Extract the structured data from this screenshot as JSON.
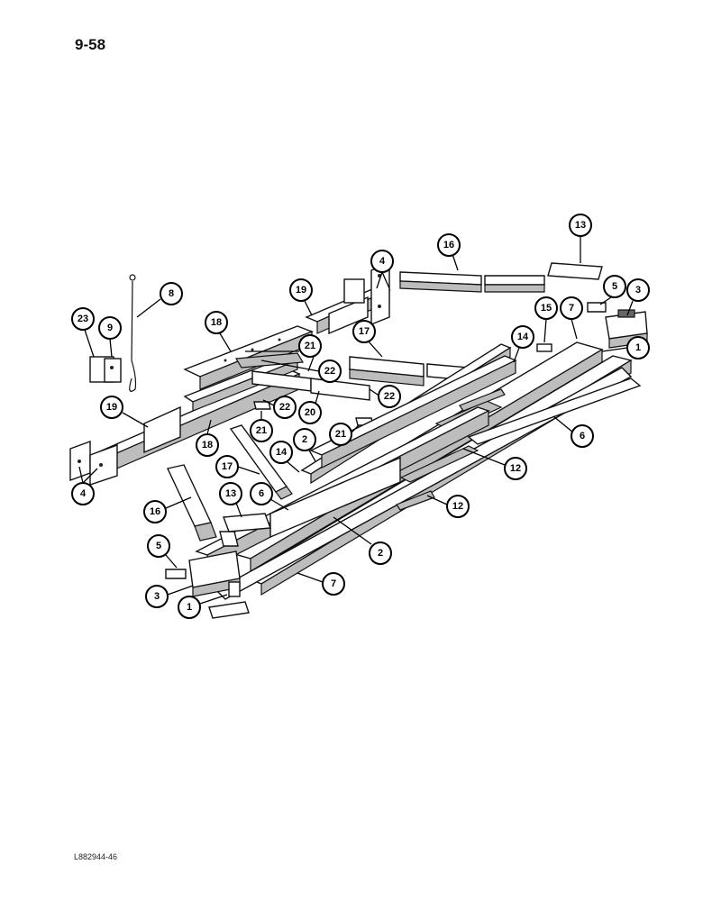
{
  "page": {
    "number": "9-58",
    "footer_code": "L882944-46"
  },
  "callouts": [
    {
      "id": "c13a",
      "label": "13"
    },
    {
      "id": "c16a",
      "label": "16"
    },
    {
      "id": "c4a",
      "label": "4"
    },
    {
      "id": "c5a",
      "label": "5"
    },
    {
      "id": "c3a",
      "label": "3"
    },
    {
      "id": "c8",
      "label": "8"
    },
    {
      "id": "c19a",
      "label": "19"
    },
    {
      "id": "c15",
      "label": "15"
    },
    {
      "id": "c7a",
      "label": "7"
    },
    {
      "id": "c23",
      "label": "23"
    },
    {
      "id": "c9",
      "label": "9"
    },
    {
      "id": "c18a",
      "label": "18"
    },
    {
      "id": "c17a",
      "label": "17"
    },
    {
      "id": "c14a",
      "label": "14"
    },
    {
      "id": "c1a",
      "label": "1"
    },
    {
      "id": "c21a",
      "label": "21"
    },
    {
      "id": "c22a",
      "label": "22"
    },
    {
      "id": "c22b",
      "label": "22"
    },
    {
      "id": "c22c",
      "label": "22"
    },
    {
      "id": "c20",
      "label": "20"
    },
    {
      "id": "c19b",
      "label": "19"
    },
    {
      "id": "c21b",
      "label": "21"
    },
    {
      "id": "c21c",
      "label": "21"
    },
    {
      "id": "c6a",
      "label": "6"
    },
    {
      "id": "c2a",
      "label": "2"
    },
    {
      "id": "c18b",
      "label": "18"
    },
    {
      "id": "c14b",
      "label": "14"
    },
    {
      "id": "c12a",
      "label": "12"
    },
    {
      "id": "c17b",
      "label": "17"
    },
    {
      "id": "c4b",
      "label": "4"
    },
    {
      "id": "c13b",
      "label": "13"
    },
    {
      "id": "c6b",
      "label": "6"
    },
    {
      "id": "c16b",
      "label": "16"
    },
    {
      "id": "c12b",
      "label": "12"
    },
    {
      "id": "c2b",
      "label": "2"
    },
    {
      "id": "c5b",
      "label": "5"
    },
    {
      "id": "c7b",
      "label": "7"
    },
    {
      "id": "c3b",
      "label": "3"
    },
    {
      "id": "c1b",
      "label": "1"
    }
  ]
}
